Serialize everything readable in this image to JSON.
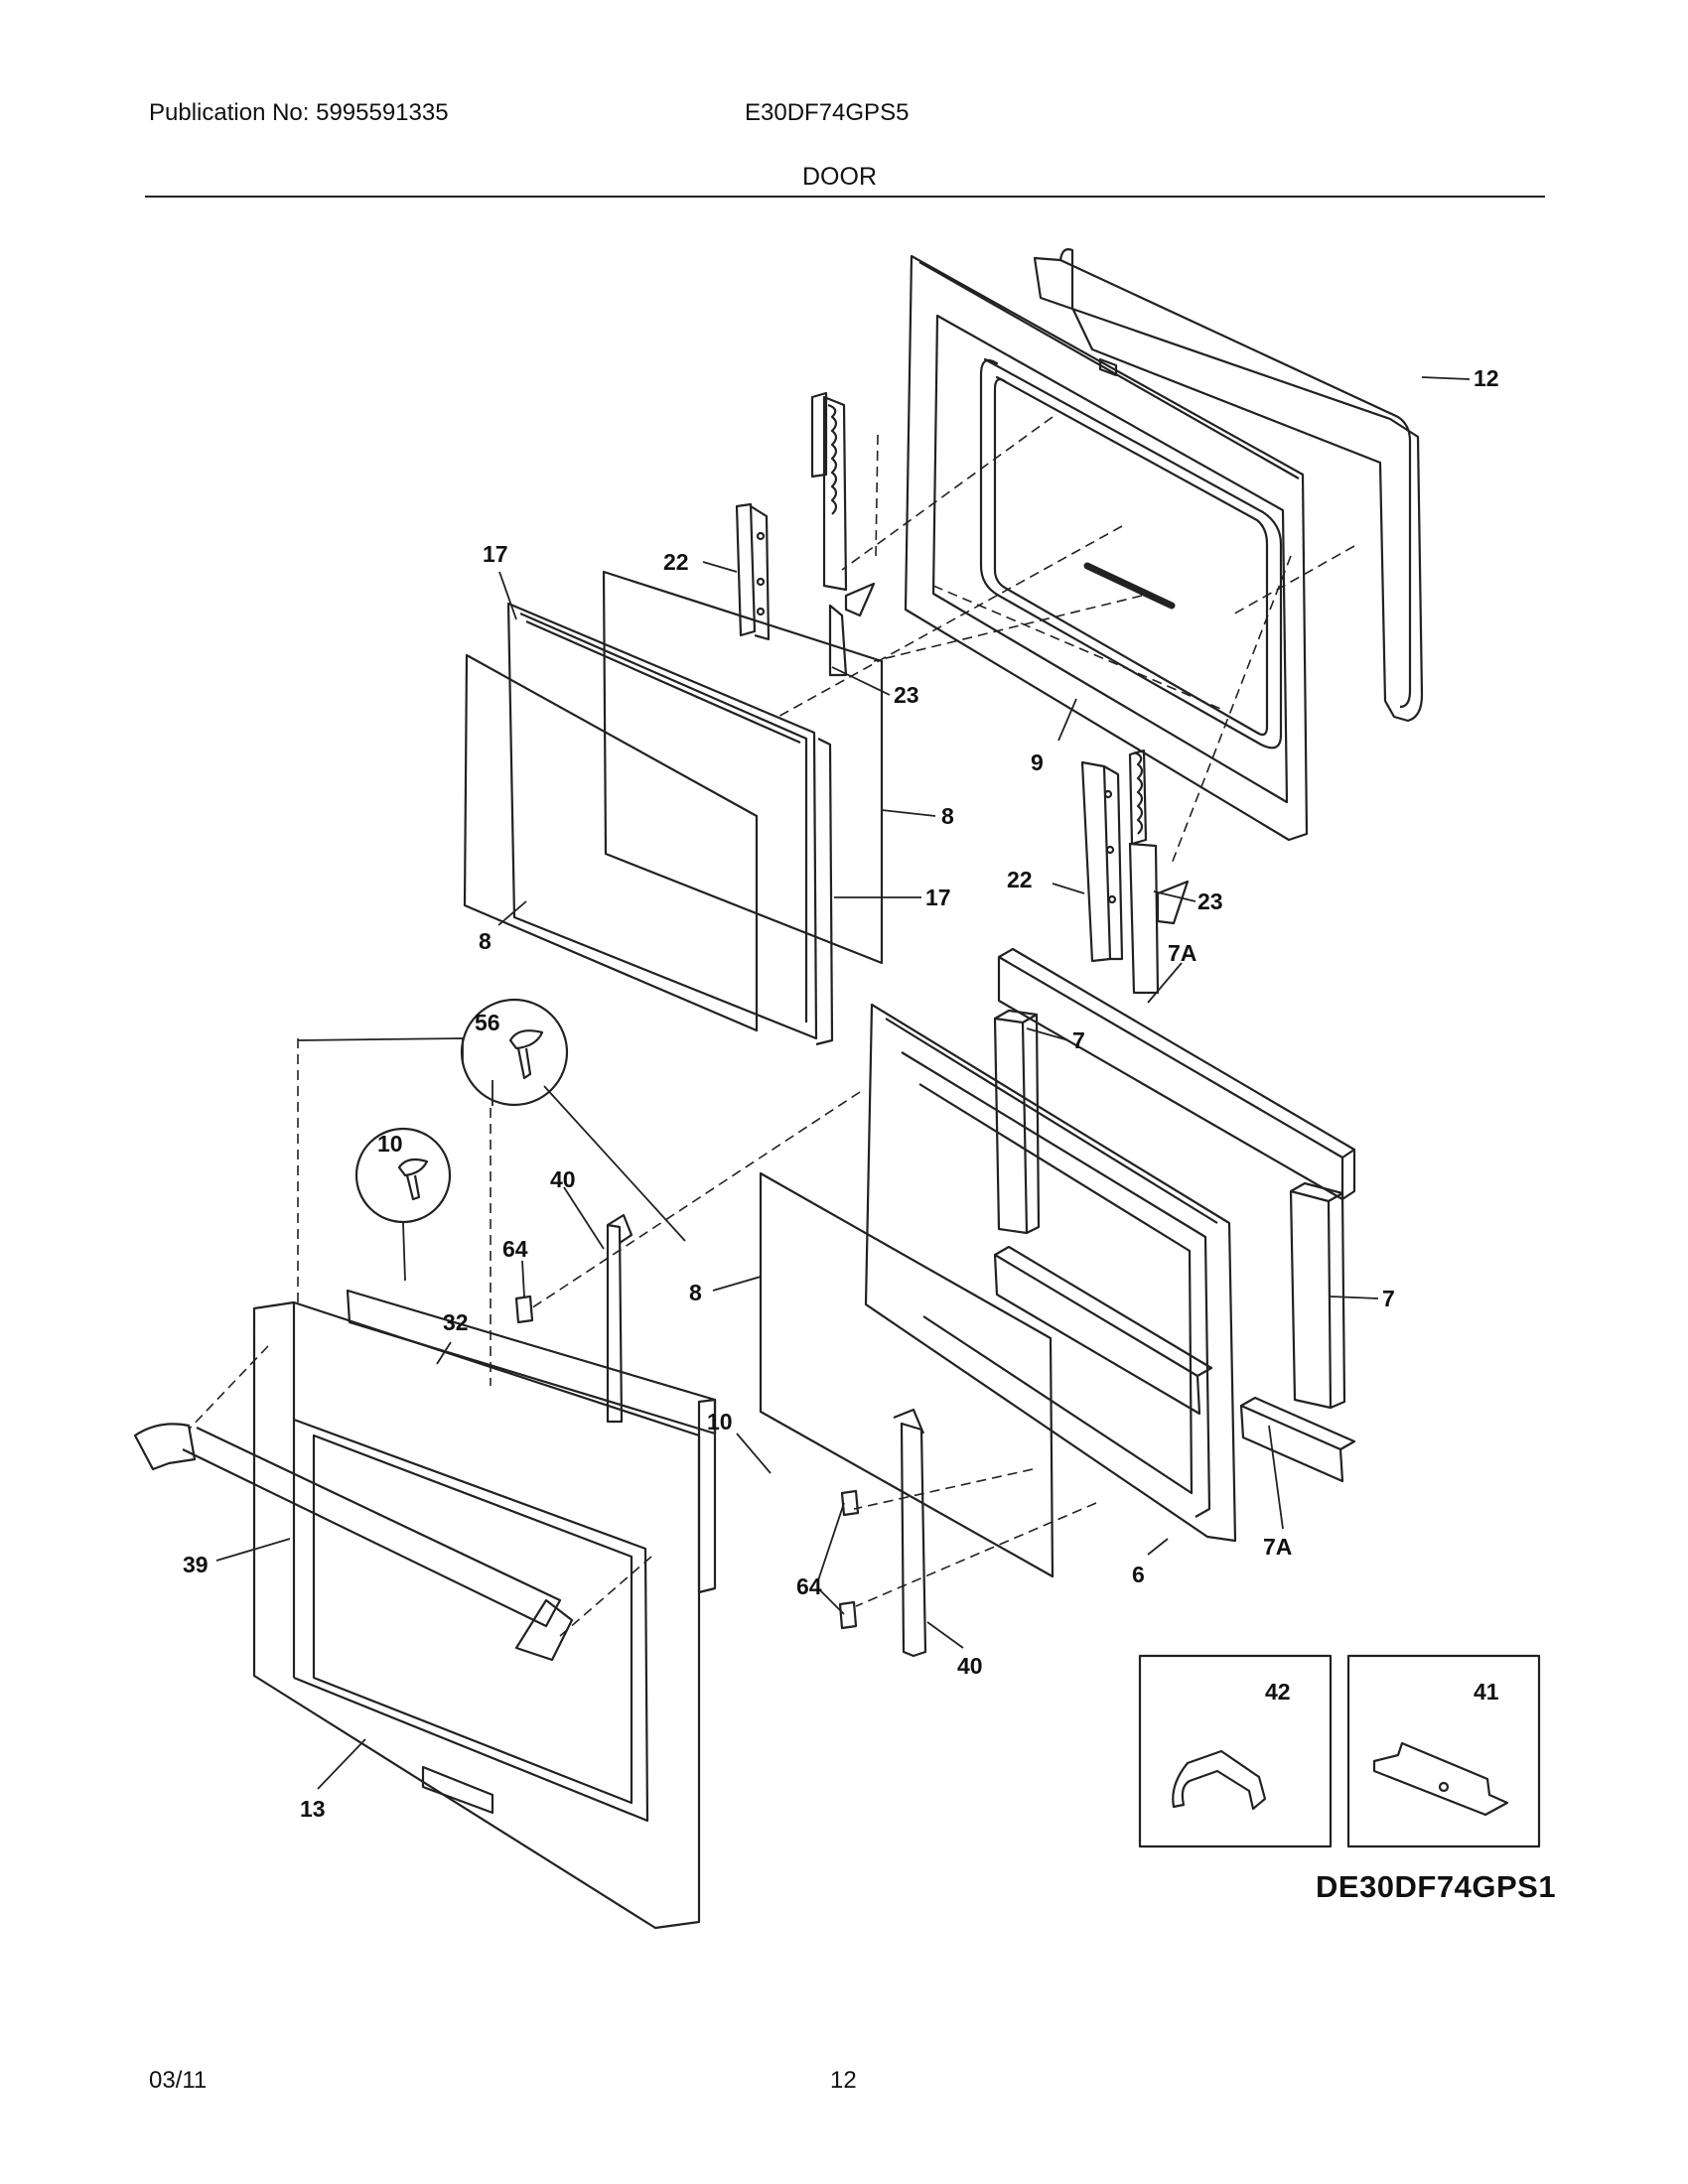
{
  "header": {
    "publication": "Publication No: 5995591335",
    "model": "E30DF74GPS5",
    "section": "DOOR"
  },
  "footer": {
    "date": "03/11",
    "page": "12"
  },
  "drawing_id": "DE30DF74GPS1",
  "callouts": {
    "c12": "12",
    "c17a": "17",
    "c22a": "22",
    "c23a": "23",
    "c9": "9",
    "c8a": "8",
    "c17b": "17",
    "c8b": "8",
    "c22b": "22",
    "c23b": "23",
    "c7a_top": "7A",
    "c7a": "7",
    "c56": "56",
    "c10a": "10",
    "c40a": "40",
    "c64a": "64",
    "c32": "32",
    "c8c": "8",
    "c7b": "7",
    "c10b": "10",
    "c39": "39",
    "c64b": "64",
    "c6": "6",
    "c7a_bot": "7A",
    "c40b": "40",
    "c13": "13",
    "c42": "42",
    "c41": "41"
  }
}
